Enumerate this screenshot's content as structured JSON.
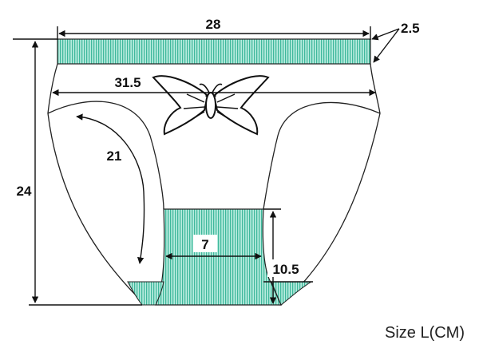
{
  "measurements": {
    "waistband_width": "28",
    "waistband_height": "2.5",
    "hip_width": "31.5",
    "leg_opening": "21",
    "total_height": "24",
    "crotch_width": "7",
    "crotch_length": "10.5"
  },
  "size_label": "Size L(CM)",
  "colors": {
    "fabric_stripe": "#7fd6c2",
    "fabric_stripe_dark": "#3fb89c",
    "outline": "#222222"
  },
  "icons": {
    "butterfly": "butterfly-icon"
  }
}
